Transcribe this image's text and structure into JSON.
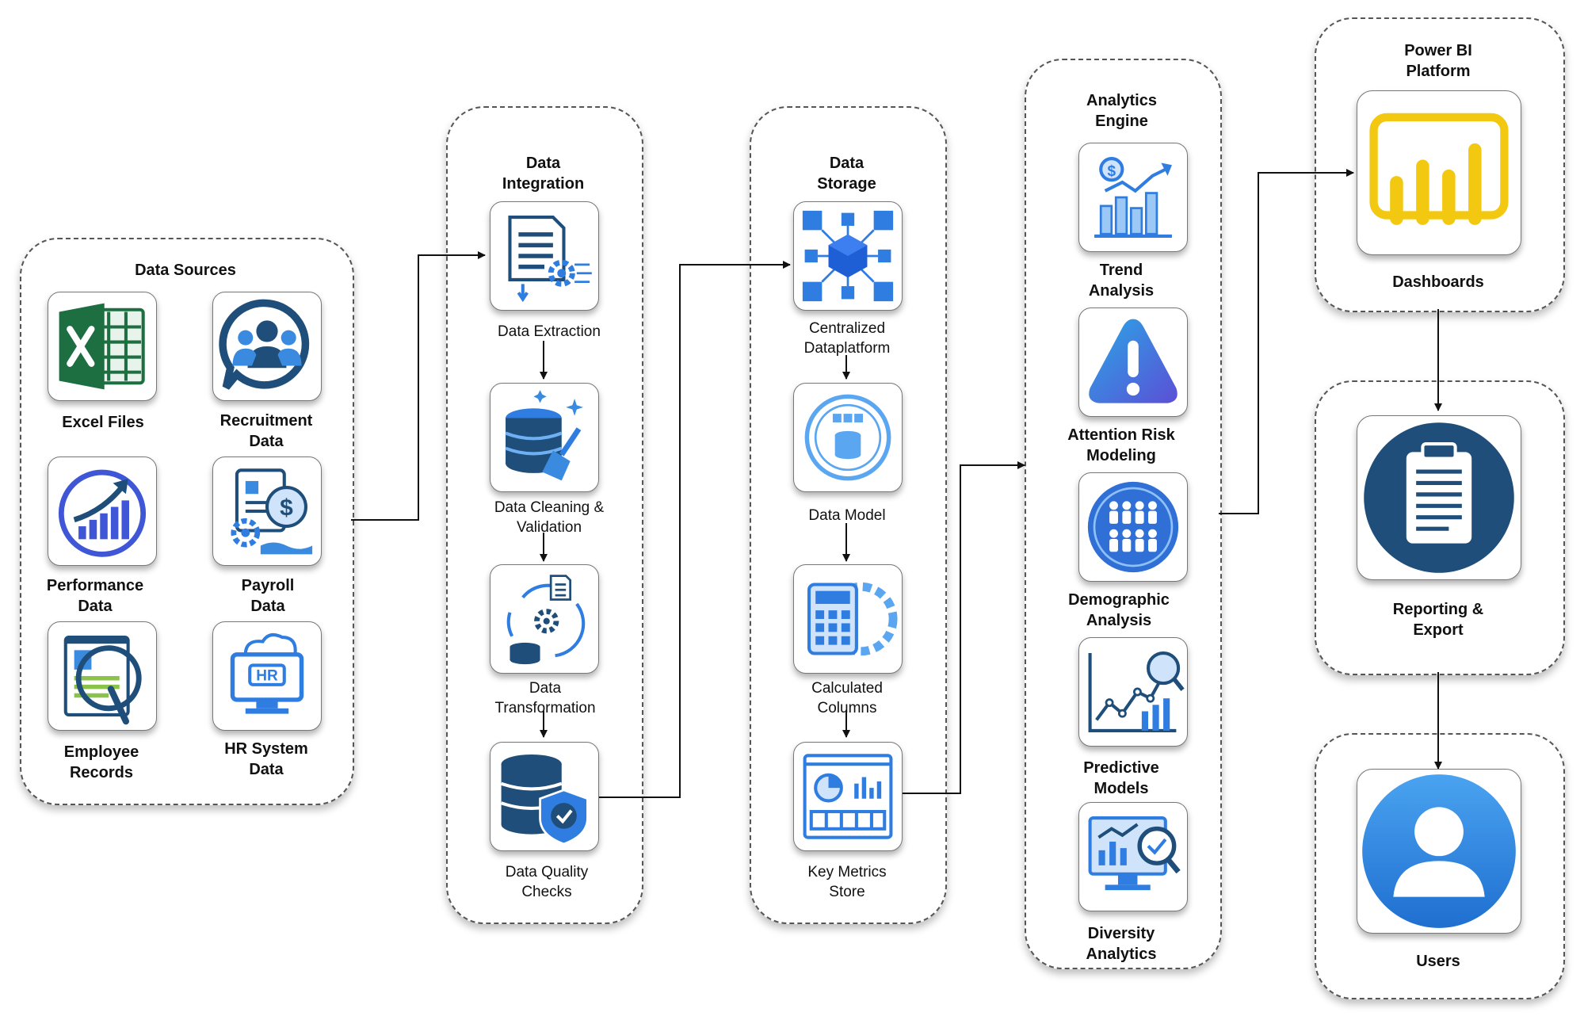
{
  "groups": {
    "sources": "Data Sources",
    "integration": "Data\nIntegration",
    "storage": "Data\nStorage",
    "analytics": "Analytics\nEngine",
    "powerbi": "Power BI\nPlatform"
  },
  "sources": [
    {
      "label": "Excel Files",
      "icon": "excel-icon"
    },
    {
      "label": "Recruitment\nData",
      "icon": "recruitment-icon"
    },
    {
      "label": "Performance\nData",
      "icon": "performance-icon"
    },
    {
      "label": "Payroll\nData",
      "icon": "payroll-icon"
    },
    {
      "label": "Employee\nRecords",
      "icon": "employee-records-icon"
    },
    {
      "label": "HR System\nData",
      "icon": "hr-system-icon"
    }
  ],
  "integration": [
    {
      "label": "Data Extraction",
      "icon": "data-extraction-icon"
    },
    {
      "label": "Data Cleaning &\nValidation",
      "icon": "data-cleaning-icon"
    },
    {
      "label": "Data\nTransformation",
      "icon": "data-transformation-icon"
    },
    {
      "label": "Data Quality\nChecks",
      "icon": "data-quality-icon"
    }
  ],
  "storage": [
    {
      "label": "Centralized\nDataplatform",
      "icon": "dataplatform-icon"
    },
    {
      "label": "Data Model",
      "icon": "data-model-icon"
    },
    {
      "label": "Calculated\nColumns",
      "icon": "calculator-gear-icon"
    },
    {
      "label": "Key Metrics\nStore",
      "icon": "metrics-dashboard-icon"
    }
  ],
  "analytics": [
    {
      "label": "Trend\nAnalysis",
      "icon": "trend-chart-icon"
    },
    {
      "label": "Attention Risk\nModeling",
      "icon": "warning-icon"
    },
    {
      "label": "Demographic\nAnalysis",
      "icon": "people-group-icon"
    },
    {
      "label": "Predictive\nModels",
      "icon": "predictive-chart-icon"
    },
    {
      "label": "Diversity\nAnalytics",
      "icon": "monitor-analytics-icon"
    }
  ],
  "platform": [
    {
      "label": "Dashboards",
      "icon": "powerbi-icon"
    },
    {
      "label": "Reporting &\nExport",
      "icon": "clipboard-icon"
    },
    {
      "label": "Users",
      "icon": "user-icon"
    }
  ],
  "colors": {
    "excel": "#1d6f42",
    "navy": "#1e4e79",
    "blue": "#2f7de1",
    "powerbi": "#f2c811"
  }
}
